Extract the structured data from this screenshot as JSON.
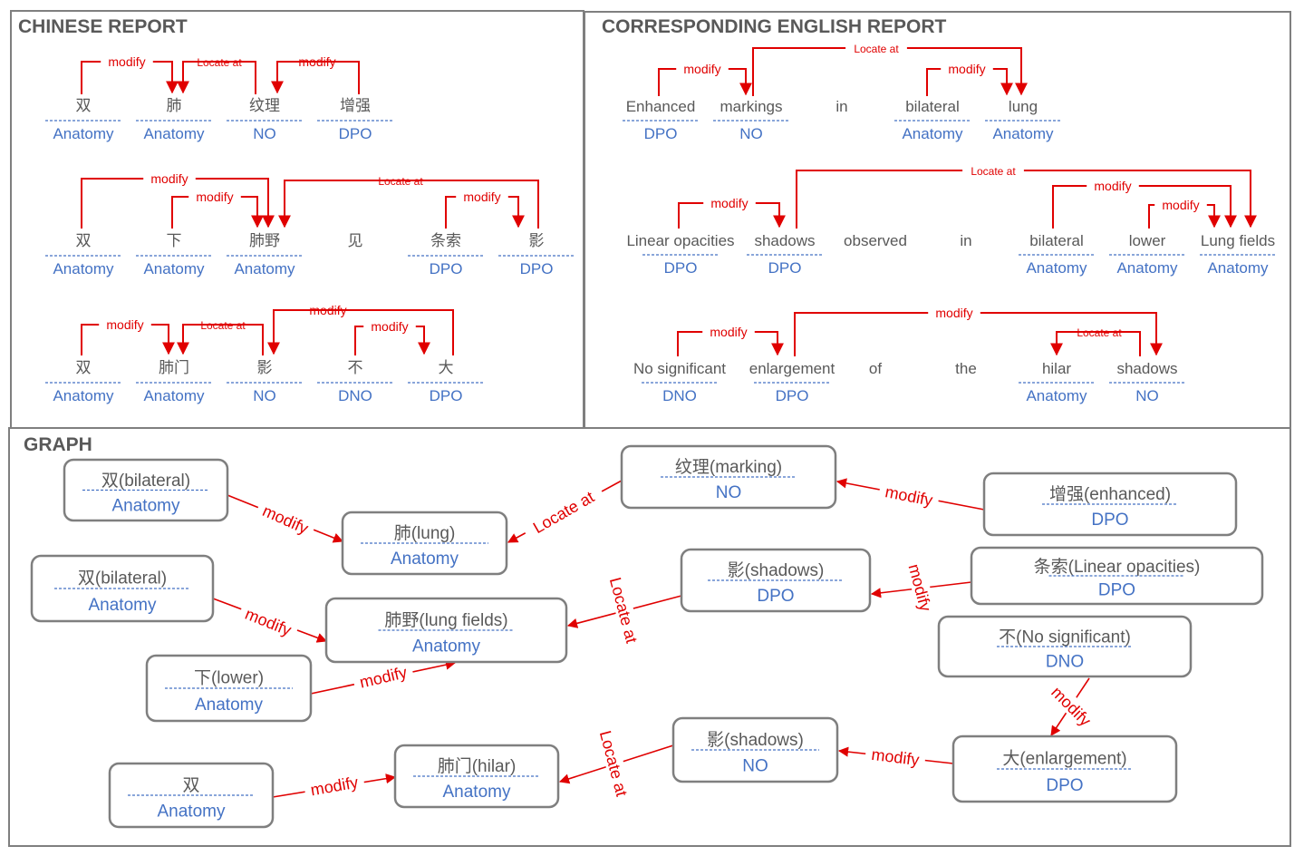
{
  "panels": {
    "chinese": "CHINESE REPORT",
    "english": "CORRESPONDING ENGLISH REPORT",
    "graph": "GRAPH"
  },
  "chinese_rows": [
    {
      "tokens": [
        {
          "word": "双",
          "tag": "Anatomy"
        },
        {
          "word": "肺",
          "tag": "Anatomy"
        },
        {
          "word": "纹理",
          "tag": "NO"
        },
        {
          "word": "增强",
          "tag": "DPO"
        }
      ],
      "relations": [
        "modify",
        "Locate at",
        "modify"
      ]
    },
    {
      "tokens": [
        {
          "word": "双",
          "tag": "Anatomy"
        },
        {
          "word": "下",
          "tag": "Anatomy"
        },
        {
          "word": "肺野",
          "tag": "Anatomy"
        },
        {
          "word": "见",
          "tag": ""
        },
        {
          "word": "条索",
          "tag": "DPO"
        },
        {
          "word": "影",
          "tag": "DPO"
        }
      ],
      "relations": [
        "modify",
        "modify",
        "Locate at",
        "modify"
      ]
    },
    {
      "tokens": [
        {
          "word": "双",
          "tag": "Anatomy"
        },
        {
          "word": "肺门",
          "tag": "Anatomy"
        },
        {
          "word": "影",
          "tag": "NO"
        },
        {
          "word": "不",
          "tag": "DNO"
        },
        {
          "word": "大",
          "tag": "DPO"
        }
      ],
      "relations": [
        "modify",
        "Locate at",
        "modify",
        "modify"
      ]
    }
  ],
  "english_rows": [
    {
      "tokens": [
        {
          "word": "Enhanced",
          "tag": "DPO"
        },
        {
          "word": "markings",
          "tag": "NO"
        },
        {
          "word": "in",
          "tag": ""
        },
        {
          "word": "bilateral",
          "tag": "Anatomy"
        },
        {
          "word": "lung",
          "tag": "Anatomy"
        }
      ],
      "relations": [
        "modify",
        "Locate at",
        "modify"
      ]
    },
    {
      "tokens": [
        {
          "word": "Linear opacities",
          "tag": "DPO"
        },
        {
          "word": "shadows",
          "tag": "DPO"
        },
        {
          "word": "observed",
          "tag": ""
        },
        {
          "word": "in",
          "tag": ""
        },
        {
          "word": "bilateral",
          "tag": "Anatomy"
        },
        {
          "word": "lower",
          "tag": "Anatomy"
        },
        {
          "word": "Lung fields",
          "tag": "Anatomy"
        }
      ],
      "relations": [
        "modify",
        "Locate at",
        "modify",
        "modify"
      ]
    },
    {
      "tokens": [
        {
          "word": "No significant",
          "tag": "DNO"
        },
        {
          "word": "enlargement",
          "tag": "DPO"
        },
        {
          "word": "of",
          "tag": ""
        },
        {
          "word": "the",
          "tag": ""
        },
        {
          "word": "hilar",
          "tag": "Anatomy"
        },
        {
          "word": "shadows",
          "tag": "NO"
        }
      ],
      "relations": [
        "modify",
        "modify",
        "Locate at"
      ]
    }
  ],
  "graph": {
    "nodes": [
      {
        "id": "n1",
        "word": "双(bilateral)",
        "tag": "Anatomy"
      },
      {
        "id": "n2",
        "word": "肺(lung)",
        "tag": "Anatomy"
      },
      {
        "id": "n3",
        "word": "纹理(marking)",
        "tag": "NO"
      },
      {
        "id": "n4",
        "word": "增强(enhanced)",
        "tag": "DPO"
      },
      {
        "id": "n5",
        "word": "双(bilateral)",
        "tag": "Anatomy"
      },
      {
        "id": "n6",
        "word": "肺野(lung fields)",
        "tag": "Anatomy"
      },
      {
        "id": "n7",
        "word": "影(shadows)",
        "tag": "DPO"
      },
      {
        "id": "n8",
        "word": "条索(Linear opacities)",
        "tag": "DPO"
      },
      {
        "id": "n9",
        "word": "下(lower)",
        "tag": "Anatomy"
      },
      {
        "id": "n10",
        "word": "不(No significant)",
        "tag": "DNO"
      },
      {
        "id": "n11",
        "word": "双",
        "tag": "Anatomy"
      },
      {
        "id": "n12",
        "word": "肺门(hilar)",
        "tag": "Anatomy"
      },
      {
        "id": "n13",
        "word": "影(shadows)",
        "tag": "NO"
      },
      {
        "id": "n14",
        "word": "大(enlargement)",
        "tag": "DPO"
      }
    ],
    "edges": [
      {
        "from": "n1",
        "to": "n2",
        "label": "modify"
      },
      {
        "from": "n3",
        "to": "n2",
        "label": "Locate at"
      },
      {
        "from": "n4",
        "to": "n3",
        "label": "modify"
      },
      {
        "from": "n5",
        "to": "n6",
        "label": "modify"
      },
      {
        "from": "n7",
        "to": "n6",
        "label": "Locate at"
      },
      {
        "from": "n8",
        "to": "n7",
        "label": "modify"
      },
      {
        "from": "n9",
        "to": "n6",
        "label": "modify"
      },
      {
        "from": "n10",
        "to": "n14",
        "label": "modify"
      },
      {
        "from": "n11",
        "to": "n12",
        "label": "modify"
      },
      {
        "from": "n13",
        "to": "n12",
        "label": "Locate at"
      },
      {
        "from": "n14",
        "to": "n13",
        "label": "modify"
      }
    ]
  },
  "colors": {
    "relation": "#e00000",
    "tag": "#4472c4",
    "word": "#595959",
    "border": "#7f7f7f"
  }
}
